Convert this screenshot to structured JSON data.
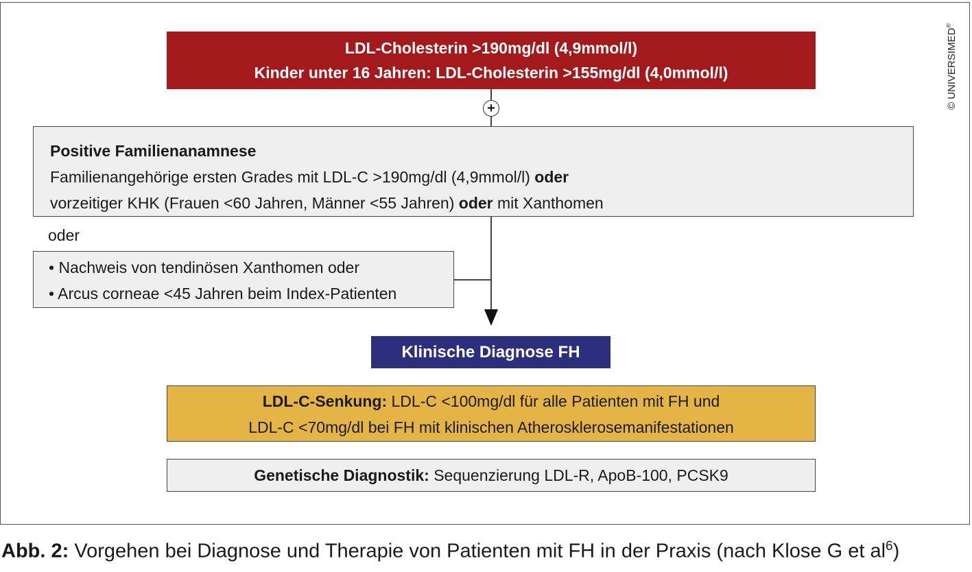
{
  "header": {
    "line1": "LDL-Cholesterin >190mg/dl (4,9mmol/l)",
    "line2": "Kinder unter 16 Jahren: LDL-Cholesterin >155mg/dl (4,0mmol/l)"
  },
  "connector_symbol": "+",
  "family_box": {
    "title": "Positive Familienanamnese",
    "line1_text": "Familienangehörige ersten Grades mit LDL-C >190mg/dl (4,9mmol/l)",
    "line1_bold": "oder",
    "line2_part1": "vorzeitiger KHK (Frauen <60 Jahren, Männer <55 Jahren)",
    "line2_bold": "oder",
    "line2_part2": "mit Xanthomen"
  },
  "or_label": "oder",
  "bullet_box": {
    "items": [
      "• Nachweis von tendinösen Xanthomen oder",
      "• Arcus corneae <45 Jahren beim Index-Patienten"
    ]
  },
  "diagnosis_box": {
    "label": "Klinische Diagnose FH"
  },
  "ldl_box": {
    "bold": "LDL-C-Senkung:",
    "line1": "LDL-C <100mg/dl für alle Patienten mit FH und",
    "line2": "LDL-C <70mg/dl bei FH mit klinischen Atherosklerosemanifestationen"
  },
  "genetic_box": {
    "bold": "Genetische Diagnostik:",
    "text": "Sequenzierung LDL-R, ApoB-100, PCSK9"
  },
  "copyright": {
    "text": "© UNIVERSIMED",
    "mark": "®"
  },
  "caption": {
    "bold": "Abb. 2:",
    "text": "Vorgehen bei Diagnose und Therapie von Patienten mit FH in der Praxis (nach Klose G et al",
    "superscript": "6",
    "close": ")"
  },
  "colors": {
    "header_bg": "#a3191c",
    "diagnosis_bg": "#2b2f7e",
    "ldl_bg": "#e4b544",
    "grey_bg": "#efefef"
  }
}
